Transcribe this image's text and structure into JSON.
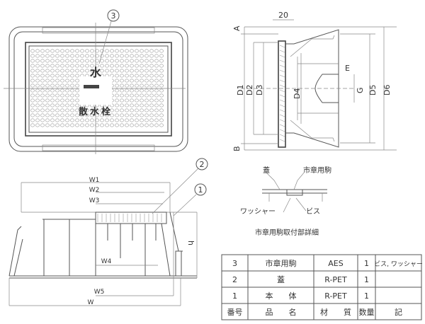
{
  "top_view": {
    "callout": "3",
    "lid_mark": "水",
    "lid_name": "散水栓"
  },
  "side_view": {
    "labels": {
      "a": "A",
      "b": "B",
      "width20": "20",
      "e": "E",
      "g": "G",
      "d1": "D1",
      "d2": "D2",
      "d3": "D3",
      "d4": "D4",
      "d5": "D5",
      "d6": "D6"
    }
  },
  "front_view": {
    "callouts": [
      "2",
      "1"
    ],
    "labels": {
      "w1": "W1",
      "w2": "W2",
      "w3": "W3",
      "w4": "W4",
      "w5": "W5",
      "w": "W",
      "h": "h"
    }
  },
  "detail": {
    "lid": "蓋",
    "emblem": "市章用駒",
    "washer": "ワッシャー",
    "screw": "ビス",
    "caption": "市章用駒取付部詳細"
  },
  "parts_table": {
    "header": [
      "番号",
      "品　　名",
      "材　　質",
      "数量",
      "記"
    ],
    "rows": [
      [
        "3",
        "市章用駒",
        "AES",
        "1",
        "ビス, ワッシャー"
      ],
      [
        "2",
        "蓋",
        "R-PET",
        "1",
        ""
      ],
      [
        "1",
        "本　　体",
        "R-PET",
        "1",
        ""
      ]
    ]
  }
}
